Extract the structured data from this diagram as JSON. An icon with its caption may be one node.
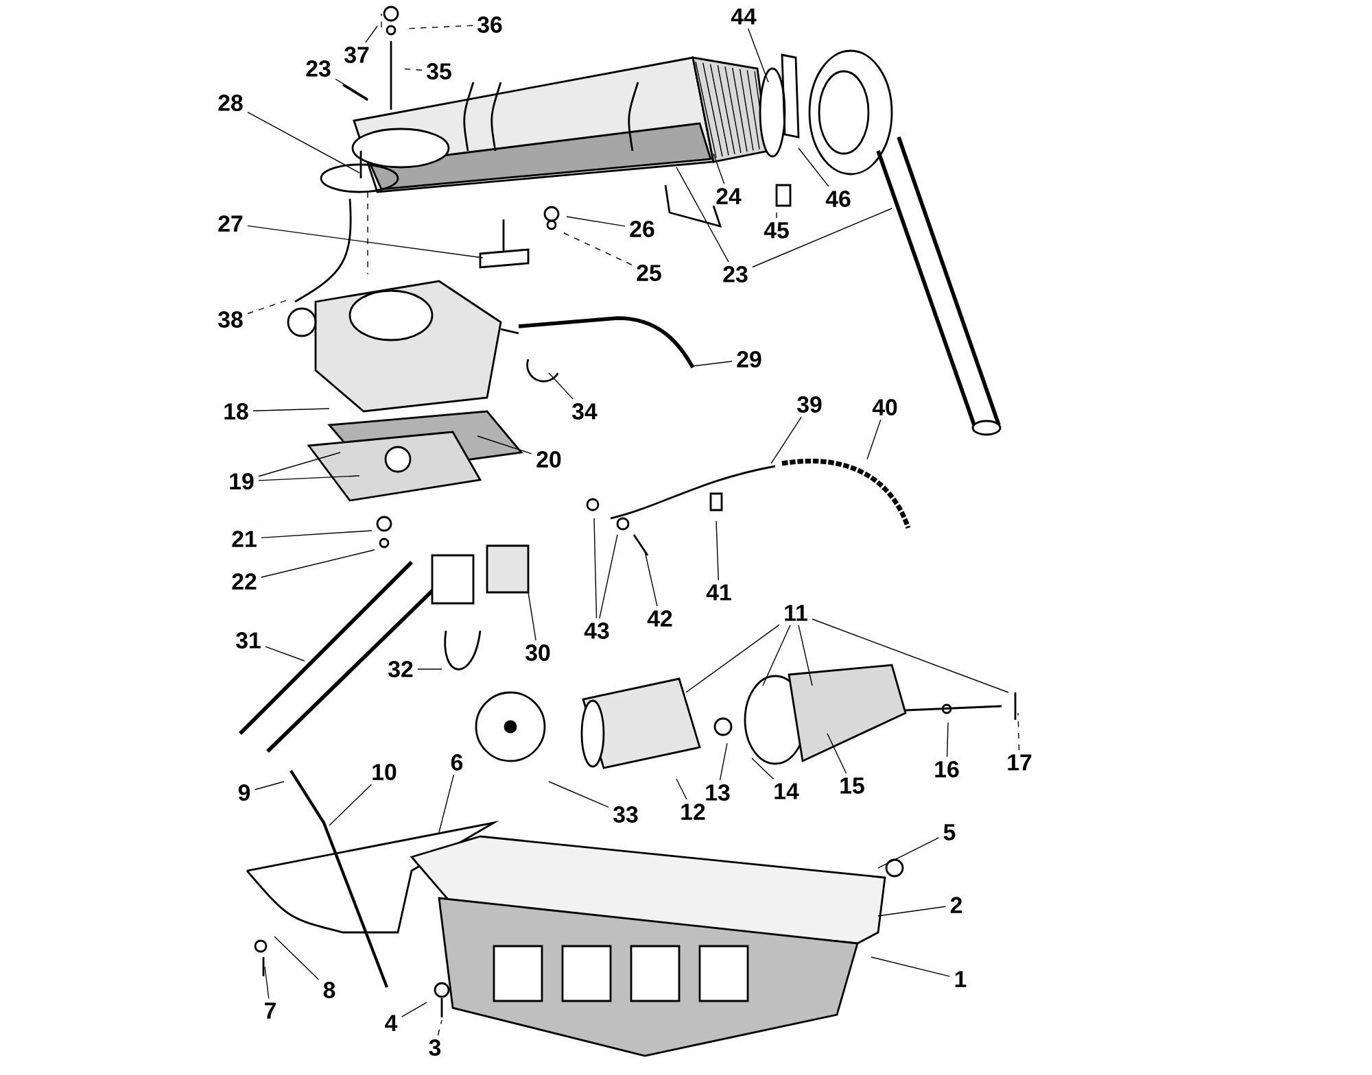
{
  "diagram": {
    "nodes": [
      {
        "text": [
          "1"
        ]
      },
      {
        "text": [
          "2"
        ]
      },
      {
        "text": [
          "3"
        ]
      },
      {
        "text": [
          "4"
        ]
      },
      {
        "text": [
          "5"
        ]
      },
      {
        "text": [
          "6"
        ]
      },
      {
        "text": [
          "7"
        ]
      },
      {
        "text": [
          "8"
        ]
      },
      {
        "text": [
          "9"
        ]
      },
      {
        "text": [
          "10"
        ]
      },
      {
        "text": [
          "11"
        ]
      },
      {
        "text": [
          "12"
        ]
      },
      {
        "text": [
          "13"
        ]
      },
      {
        "text": [
          "14"
        ]
      },
      {
        "text": [
          "15"
        ]
      },
      {
        "text": [
          "16"
        ]
      },
      {
        "text": [
          "17"
        ]
      },
      {
        "text": [
          "18"
        ]
      },
      {
        "text": [
          "19"
        ]
      },
      {
        "text": [
          "20"
        ]
      },
      {
        "text": [
          "21"
        ]
      },
      {
        "text": [
          "22"
        ]
      },
      {
        "text": [
          "23"
        ]
      },
      {
        "text": [
          "23"
        ]
      },
      {
        "text": [
          "24"
        ]
      },
      {
        "text": [
          "25"
        ]
      },
      {
        "text": [
          "26"
        ]
      },
      {
        "text": [
          "27"
        ]
      },
      {
        "text": [
          "28"
        ]
      },
      {
        "text": [
          "29"
        ]
      },
      {
        "text": [
          "30"
        ]
      },
      {
        "text": [
          "31"
        ]
      },
      {
        "text": [
          "32"
        ]
      },
      {
        "text": [
          "33"
        ]
      },
      {
        "text": [
          "34"
        ]
      },
      {
        "text": [
          "35"
        ]
      },
      {
        "text": [
          "36"
        ]
      },
      {
        "text": [
          "37"
        ]
      },
      {
        "text": [
          "38"
        ]
      },
      {
        "text": [
          "39"
        ]
      },
      {
        "text": [
          "40"
        ]
      },
      {
        "text": [
          "41"
        ]
      },
      {
        "text": [
          "42"
        ]
      },
      {
        "text": [
          "43"
        ]
      },
      {
        "text": [
          "44"
        ]
      },
      {
        "text": [
          "45"
        ]
      },
      {
        "text": [
          "46"
        ]
      }
    ],
    "edges": [
      {
        "from": 0,
        "to": null,
        "arrow": "none"
      },
      {
        "from": 1,
        "to": null,
        "arrow": "none"
      },
      {
        "from": 2,
        "to": null,
        "arrow": "none",
        "style": "dashed"
      },
      {
        "from": 3,
        "to": null,
        "arrow": "none"
      },
      {
        "from": 4,
        "to": null,
        "arrow": "none"
      },
      {
        "from": 5,
        "to": null,
        "arrow": "none"
      },
      {
        "from": 6,
        "to": null,
        "arrow": "none"
      },
      {
        "from": 7,
        "to": null,
        "arrow": "none"
      },
      {
        "from": 8,
        "to": null,
        "arrow": "none"
      },
      {
        "from": 9,
        "to": null,
        "arrow": "none"
      },
      {
        "from": 10,
        "to": null,
        "arrow": "none"
      },
      {
        "from": 10,
        "to": null,
        "arrow": "none"
      },
      {
        "from": 10,
        "to": null,
        "arrow": "none"
      },
      {
        "from": 10,
        "to": null,
        "arrow": "none"
      },
      {
        "from": 11,
        "to": null,
        "arrow": "none"
      },
      {
        "from": 12,
        "to": null,
        "arrow": "none"
      },
      {
        "from": 13,
        "to": null,
        "arrow": "none"
      },
      {
        "from": 14,
        "to": null,
        "arrow": "none"
      },
      {
        "from": 15,
        "to": null,
        "arrow": "none"
      },
      {
        "from": 16,
        "to": null,
        "arrow": "none",
        "style": "dashed"
      },
      {
        "from": 17,
        "to": null,
        "arrow": "none"
      },
      {
        "from": 18,
        "to": null,
        "arrow": "none"
      },
      {
        "from": 18,
        "to": null,
        "arrow": "none"
      },
      {
        "from": 19,
        "to": null,
        "arrow": "none"
      },
      {
        "from": 20,
        "to": null,
        "arrow": "none"
      },
      {
        "from": 21,
        "to": null,
        "arrow": "none"
      },
      {
        "from": 22,
        "to": null,
        "arrow": "none"
      },
      {
        "from": 23,
        "to": null,
        "arrow": "none"
      },
      {
        "from": 23,
        "to": null,
        "arrow": "none"
      },
      {
        "from": 24,
        "to": null,
        "arrow": "none"
      },
      {
        "from": 25,
        "to": null,
        "arrow": "none",
        "style": "dashed"
      },
      {
        "from": 26,
        "to": null,
        "arrow": "none"
      },
      {
        "from": 27,
        "to": null,
        "arrow": "none"
      },
      {
        "from": 28,
        "to": null,
        "arrow": "none"
      },
      {
        "from": 29,
        "to": null,
        "arrow": "none"
      },
      {
        "from": 30,
        "to": null,
        "arrow": "none"
      },
      {
        "from": 31,
        "to": null,
        "arrow": "none"
      },
      {
        "from": 32,
        "to": null,
        "arrow": "none"
      },
      {
        "from": 33,
        "to": null,
        "arrow": "none"
      },
      {
        "from": 34,
        "to": null,
        "arrow": "none"
      },
      {
        "from": 35,
        "to": null,
        "arrow": "none",
        "style": "dashed"
      },
      {
        "from": 36,
        "to": null,
        "arrow": "none",
        "style": "dashed"
      },
      {
        "from": 37,
        "to": null,
        "arrow": "none"
      },
      {
        "from": 38,
        "to": null,
        "arrow": "none",
        "style": "dashed"
      },
      {
        "from": 39,
        "to": null,
        "arrow": "none"
      },
      {
        "from": 40,
        "to": null,
        "arrow": "none"
      },
      {
        "from": 41,
        "to": null,
        "arrow": "none"
      },
      {
        "from": 42,
        "to": null,
        "arrow": "none"
      },
      {
        "from": 43,
        "to": null,
        "arrow": "none"
      },
      {
        "from": 43,
        "to": null,
        "arrow": "none"
      },
      {
        "from": 44,
        "to": null,
        "arrow": "none"
      },
      {
        "from": 45,
        "to": null,
        "arrow": "none"
      },
      {
        "from": 46,
        "to": null,
        "arrow": "none"
      }
    ]
  }
}
